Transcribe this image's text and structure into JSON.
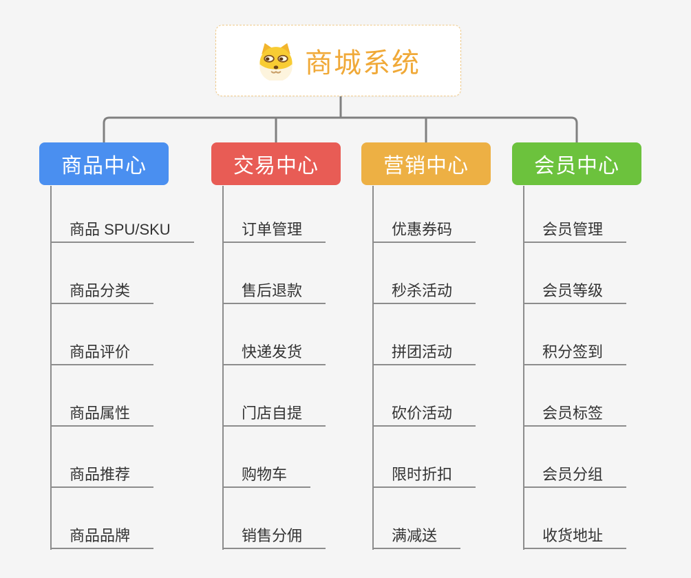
{
  "root": {
    "title": "商城系统",
    "icon": "doge-icon",
    "accent_color": "#f0a938",
    "border_color": "#f0c987"
  },
  "connector_color": "#808080",
  "line_color": "#8c8c8c",
  "text_color": "#333333",
  "background_color": "#f5f5f5",
  "branches": [
    {
      "label": "商品中心",
      "color": "#4a8ff0",
      "children": [
        "商品 SPU/SKU",
        "商品分类",
        "商品评价",
        "商品属性",
        "商品推荐",
        "商品品牌"
      ]
    },
    {
      "label": "交易中心",
      "color": "#e85c55",
      "children": [
        "订单管理",
        "售后退款",
        "快递发货",
        "门店自提",
        "购物车",
        "销售分佣"
      ]
    },
    {
      "label": "营销中心",
      "color": "#edb044",
      "children": [
        "优惠券码",
        "秒杀活动",
        "拼团活动",
        "砍价活动",
        "限时折扣",
        "满减送"
      ]
    },
    {
      "label": "会员中心",
      "color": "#6cc23d",
      "children": [
        "会员管理",
        "会员等级",
        "积分签到",
        "会员标签",
        "会员分组",
        "收货地址"
      ]
    }
  ]
}
